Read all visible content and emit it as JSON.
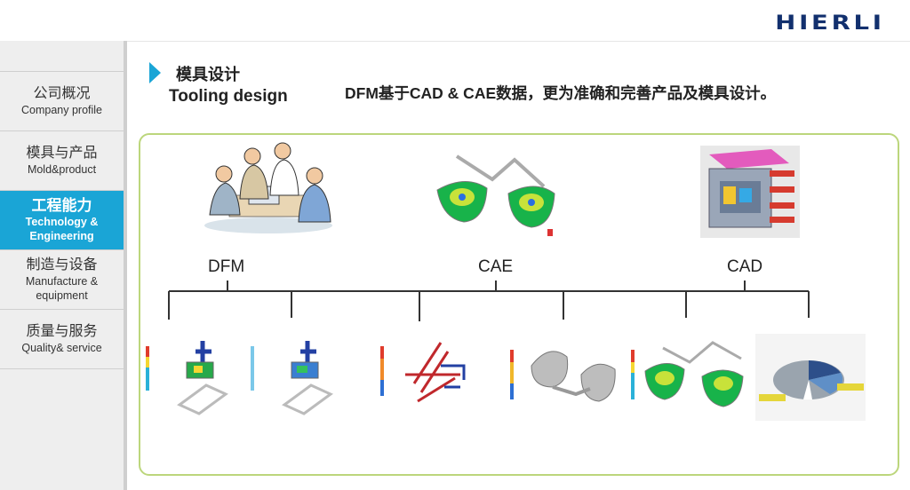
{
  "header": {
    "logo": "HIERLI"
  },
  "sidebar": {
    "items": [
      {
        "zh": "公司概况",
        "en": "Company profile",
        "active": false
      },
      {
        "zh": "模具与产品",
        "en": "Mold&product",
        "active": false
      },
      {
        "zh": "工程能力",
        "en": "Technology & Engineering",
        "active": true
      },
      {
        "zh": "制造与设备",
        "en": "Manufacture & equipment",
        "active": false
      },
      {
        "zh": "质量与服务",
        "en": "Quality& service",
        "active": false
      }
    ]
  },
  "main": {
    "title_zh": "模具设计",
    "title_en": "Tooling design",
    "subtitle": "DFM基于CAD & CAE数据，更为准确和完善产品及模具设计。",
    "branches": [
      "DFM",
      "CAE",
      "CAD"
    ]
  },
  "colors": {
    "accent": "#1aa5d6",
    "panel_border": "#bcd67c",
    "logo": "#12306e"
  }
}
